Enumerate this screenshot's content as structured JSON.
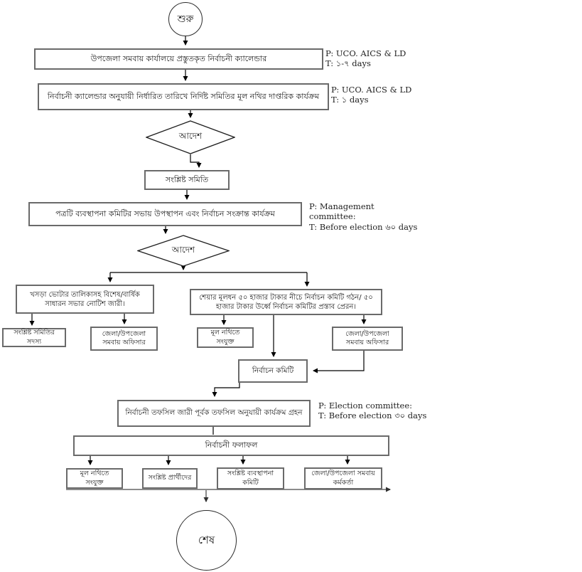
{
  "colors": {
    "background": "#ffffff",
    "connector_line": "#000000",
    "box_border": "#6a6a6a",
    "bottom_gray_line": "#8c8c8c",
    "text": "#1a1a1a"
  },
  "nodes": {
    "start": "শুরু",
    "calendar": "উপজেলা সমবায় কার্যালয়ে প্রস্তুতকৃত নির্বাচনী ক্যালেন্ডার",
    "schedule": "নির্বাচনী ক্যালেন্ডার অনুযায়ী নির্ধারিত তারিখে নির্দিষ্ট সমিতির মূল নথির দাপ্তরিক কার্যক্রম",
    "order1": "আদেশ",
    "samity": "সংশ্লিষ্ট সমিতি",
    "management_meeting": "পত্রটি ব্যবস্থাপনা কমিটির সভায় উপস্থাপন এবং নির্বাচন সংক্রান্ত কার্যক্রম",
    "order2": "আদেশ",
    "draft_notice": "খসড়া ভোটার তালিকাসহ বিশেষ/বার্ষিক সাধারন সভার নোটিশ জারী।",
    "share_capital": "শেয়ার মূলধন ৫০ হাজার টাকার নীচে নির্বাচন কমিটি গঠন/ ৫০ হাজার টাকার উর্ধ্বে নির্বাচন কমিটির প্রস্তাব প্রেরন।",
    "samity_members": "সংশ্লিষ্ট সমিতির সদস্য",
    "district_officer_left": "জেলা/উপজেলা সমবায় অফিসার",
    "attach_main_file_1": "মূল নথিতে সংযুক্ত",
    "district_officer_right": "জেলা/উপজেলা সমবায় অফিসার",
    "election_committee": "নির্বাচন কমিটি",
    "tofsil": "নির্বাচনী তফসিল জারী পূর্বক তফসিল অনুযায়ী কার্যক্রম গ্রহন",
    "result": "নির্বাচনী ফলাফল",
    "attach_main_file_2": "মূল নথিতে সংযুক্ত",
    "candidates": "সংশ্লিষ্ট প্রার্থীদের",
    "management_committee": "সংশ্লিষ্ট ব্যবস্থাপনা কমিটি",
    "district_officers": "জেলা/উপজেলা সমবায় কর্মকর্তা",
    "end": "শেষ"
  },
  "notes": {
    "note1": {
      "lines": [
        "P: UCO. AICS & LD",
        "T: ১-৭ days"
      ]
    },
    "note2": {
      "lines": [
        "P: UCO. AICS & LD",
        "T: ১ days"
      ]
    },
    "note3": {
      "lines": [
        "P: Management",
        "committee:",
        "T: Before election ৬০ days"
      ]
    },
    "note4": {
      "lines": [
        "P: Election committee:",
        "T: Before election ৩০ days"
      ]
    }
  }
}
